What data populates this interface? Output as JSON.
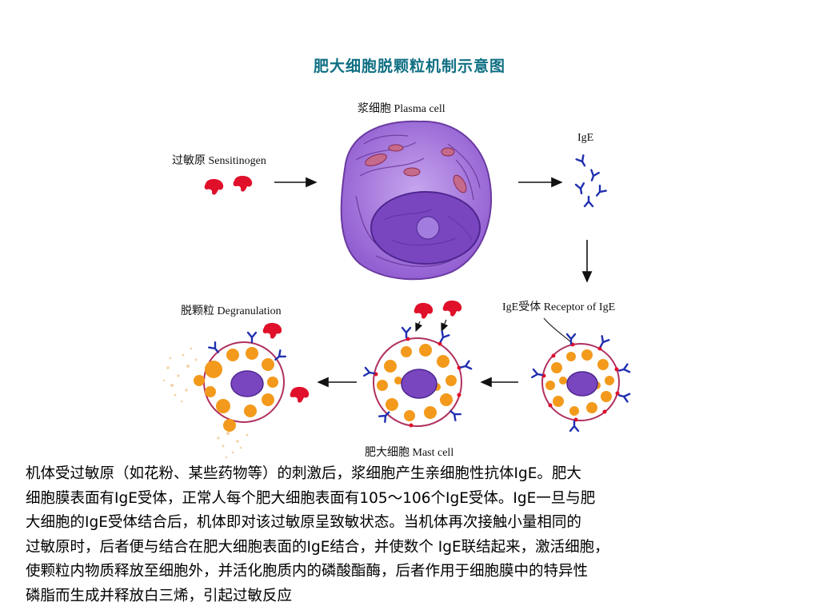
{
  "title": "肥大细胞脱颗粒机制示意图",
  "labels": {
    "plasma_cell": "浆细胞  Plasma cell",
    "sensitinogen": "过敏原  Sensitinogen",
    "ige": "IgE",
    "degranulation": "脱颗粒  Degranulation",
    "receptor": "IgE受体  Receptor of IgE",
    "mast_cell": "肥大细胞  Mast cell"
  },
  "description_lines": [
    "机体受过敏原（如花粉、某些药物等）的刺激后，浆细胞产生亲细胞性抗体IgE。肥大",
    "细胞膜表面有IgE受体，正常人每个肥大细胞表面有105～106个IgE受体。IgE一旦与肥",
    "大细胞的IgE受体结合后，机体即对该过敏原呈致敏状态。当机体再次接触小量相同的",
    "过敏原时，后者便与结合在肥大细胞表面的IgE结合，并使数个 IgE联结起来，激活细胞，",
    "使颗粒内物质释放至细胞外，并活化胞质内的磷酸酯酶，后者作用于细胞膜中的特异性",
    "磷脂而生成并释放白三烯，引起过敏反应"
  ],
  "colors": {
    "title": "#0f6f83",
    "plasma_cytoplasm": "#a070d8",
    "nucleus": "#7a46c0",
    "granule": "#f39a1c",
    "ige": "#1f2fb0",
    "allergen": "#e0102a",
    "membrane": "#b03060"
  }
}
